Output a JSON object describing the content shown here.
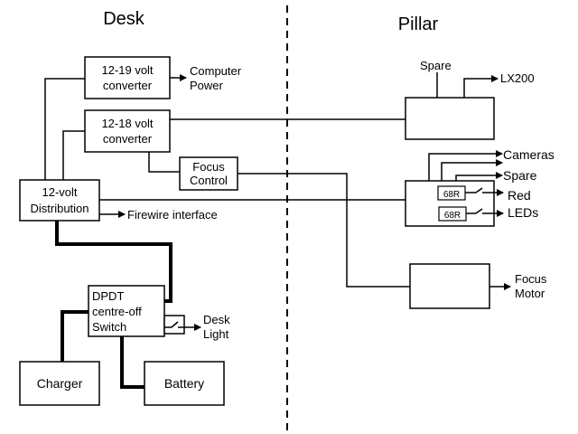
{
  "sections": {
    "left": "Desk",
    "right": "Pillar"
  },
  "boxes": {
    "conv1": [
      "12-19 volt",
      "converter"
    ],
    "conv2": [
      "12-18 volt",
      "converter"
    ],
    "focus_control": [
      "Focus",
      "Control"
    ],
    "distribution": [
      "12-volt",
      "Distribution"
    ],
    "switch": [
      "DPDT",
      "centre-off",
      "Switch"
    ],
    "charger": "Charger",
    "battery": "Battery"
  },
  "labels": {
    "computer_power": [
      "Computer",
      "Power"
    ],
    "firewire": "Firewire interface",
    "desk_light": [
      "Desk",
      "Light"
    ],
    "spare_top": "Spare",
    "lx200": "LX200",
    "cameras": "Cameras",
    "spare": "Spare",
    "resistor": "68R",
    "red_leds": [
      "Red",
      "LEDs"
    ],
    "focus_motor": [
      "Focus",
      "Motor"
    ]
  }
}
